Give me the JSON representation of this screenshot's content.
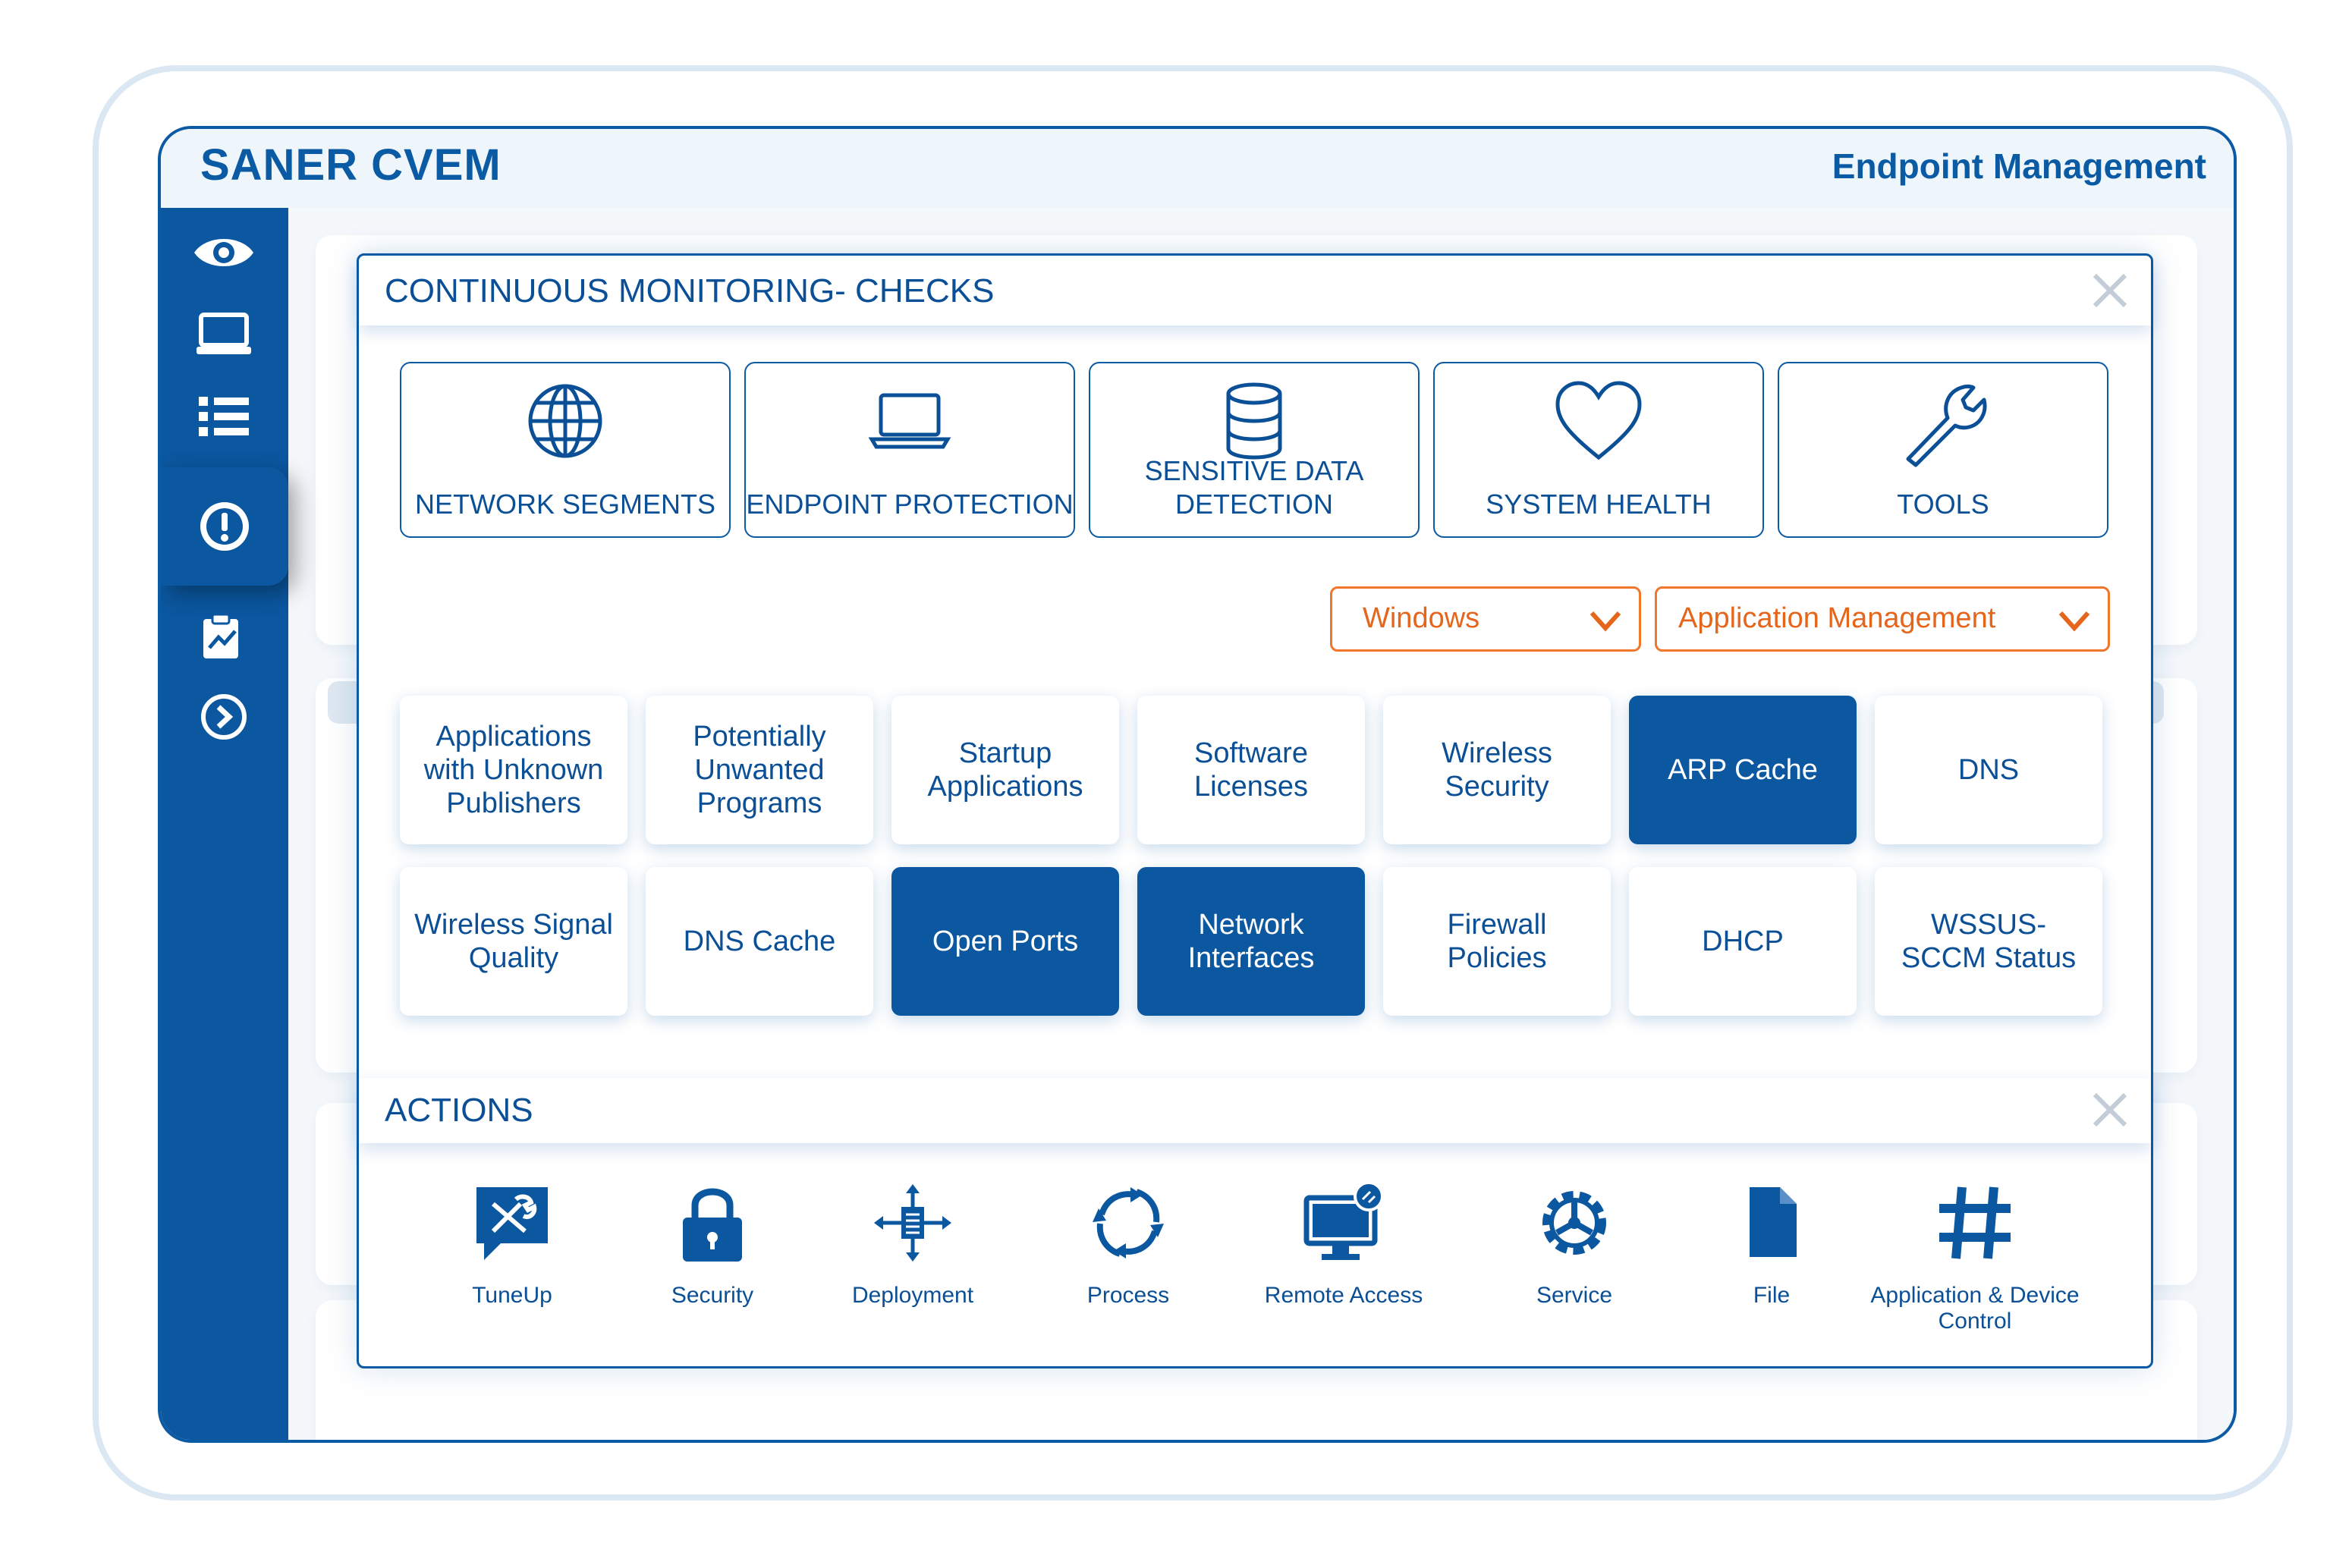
{
  "app": {
    "title": "SANER CVEM",
    "subtitle": "Endpoint Management"
  },
  "sidebar": {
    "icons": [
      "eye-icon",
      "laptop-icon",
      "list-icon",
      "alert-icon",
      "report-icon",
      "arrow-circle-icon"
    ],
    "active": "alert-icon"
  },
  "panel": {
    "title": "CONTINUOUS MONITORING- CHECKS",
    "categories": [
      {
        "label": "NETWORK SEGMENTS",
        "icon": "globe-icon"
      },
      {
        "label": "ENDPOINT PROTECTION",
        "icon": "laptop-icon"
      },
      {
        "label": "SENSITIVE DATA DETECTION",
        "icon": "database-icon"
      },
      {
        "label": "SYSTEM HEALTH",
        "icon": "heart-icon"
      },
      {
        "label": "TOOLS",
        "icon": "wrench-icon"
      }
    ],
    "filters": {
      "os": "Windows",
      "category": "Application Management"
    },
    "checks": [
      {
        "label": "Applications with Unknown Publishers",
        "selected": false
      },
      {
        "label": "Potentially Unwanted Programs",
        "selected": false
      },
      {
        "label": "Startup Applications",
        "selected": false
      },
      {
        "label": "Software Licenses",
        "selected": false
      },
      {
        "label": "Wireless Security",
        "selected": false
      },
      {
        "label": "ARP Cache",
        "selected": true
      },
      {
        "label": "DNS",
        "selected": false
      },
      {
        "label": "Wireless Signal Quality",
        "selected": false
      },
      {
        "label": "DNS Cache",
        "selected": false
      },
      {
        "label": "Open Ports",
        "selected": true
      },
      {
        "label": "Network Interfaces",
        "selected": true
      },
      {
        "label": "Firewall Policies",
        "selected": false
      },
      {
        "label": "DHCP",
        "selected": false
      },
      {
        "label": "WSSUS- SCCM Status",
        "selected": false
      }
    ]
  },
  "actions": {
    "title": "ACTIONS",
    "items": [
      {
        "label": "TuneUp",
        "icon": "tuneup-icon"
      },
      {
        "label": "Security",
        "icon": "lock-icon"
      },
      {
        "label": "Deployment",
        "icon": "deployment-icon"
      },
      {
        "label": "Process",
        "icon": "process-icon"
      },
      {
        "label": "Remote Access",
        "icon": "remote-access-icon"
      },
      {
        "label": "Service",
        "icon": "gear-icon"
      },
      {
        "label": "File",
        "icon": "file-icon"
      },
      {
        "label": "Application & Device Control",
        "icon": "hash-icon"
      }
    ]
  },
  "colors": {
    "primary": "#0b57a0",
    "accent": "#f0762a",
    "text": "#0b4f96"
  }
}
